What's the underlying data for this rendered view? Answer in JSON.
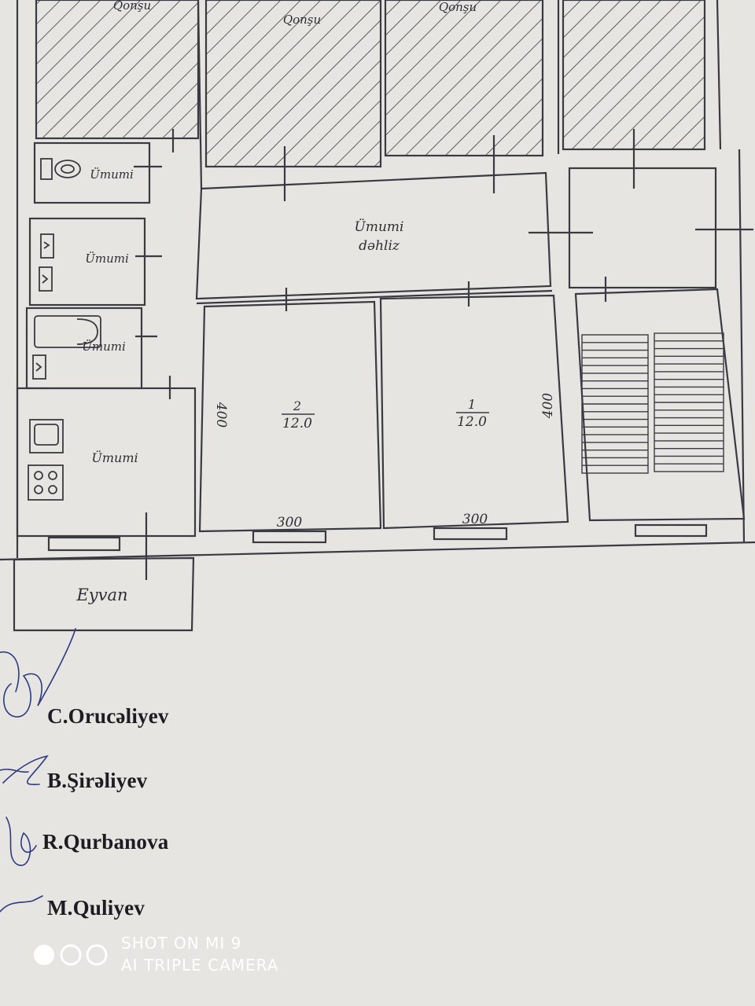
{
  "plan": {
    "neighbor_label": "Qonşu",
    "common_label": "Ümumi",
    "hall_line1": "Ümumi",
    "hall_line2": "dəhliz",
    "balcony": "Eyvan",
    "rooms": [
      {
        "number": "2",
        "area": "12.0",
        "width": "300",
        "length": "400"
      },
      {
        "number": "1",
        "area": "12.0",
        "width": "300",
        "length": "400"
      }
    ]
  },
  "signatories": [
    "C.Orucəliyev",
    "B.Şirəliyev",
    "R.Qurbanova",
    "M.Quliyev"
  ],
  "watermark": {
    "line1": "SHOT ON MI 9",
    "line2": "AI TRIPLE CAMERA"
  },
  "colors": {
    "paper": "#e7e5e1",
    "ink": "#3a3a42",
    "watermark": "#ffffff"
  }
}
